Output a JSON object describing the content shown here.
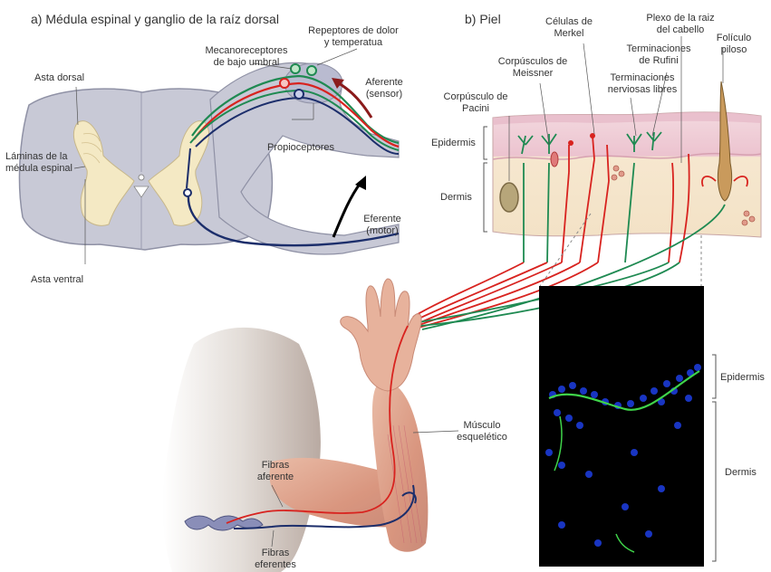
{
  "panel_a": {
    "title": "a) Médula espinal y ganglio de la raíz dorsal",
    "labels": {
      "asta_dorsal": "Asta dorsal",
      "laminas_line1": "Láminas de la",
      "laminas_line2": "médula espinal",
      "asta_ventral": "Asta ventral",
      "mecano_line1": "Mecanoreceptores",
      "mecano_line2": "de bajo umbral",
      "dolor_line1": "Repeptores de dolor",
      "dolor_line2": "y temperatua",
      "aferente_line1": "Aferente",
      "aferente_line2": "(sensor)",
      "propioceptores": "Propioceptores",
      "eferente_line1": "Eferente",
      "eferente_line2": "(motor)"
    }
  },
  "panel_b": {
    "title": "b) Piel",
    "labels": {
      "merkel_line1": "Células de",
      "merkel_line2": "Merkel",
      "plexo_line1": "Plexo de la raiz",
      "plexo_line2": "del cabello",
      "ruffini_line1": "Terminaciones",
      "ruffini_line2": "de Rufini",
      "foliculo_line1": "Folículo",
      "foliculo_line2": "piloso",
      "meissner_line1": "Corpúsculos de",
      "meissner_line2": "Meissner",
      "libres_line1": "Terminaciones",
      "libres_line2": "nerviosas libres",
      "pacini_line1": "Corpúsculo de",
      "pacini_line2": "Pacini",
      "epidermis": "Epidermis",
      "dermis": "Dermis"
    }
  },
  "micrograph": {
    "epidermis": "Epidermis",
    "dermis": "Dermis"
  },
  "body": {
    "musculo_line1": "Músculo",
    "musculo_line2": "esquelético",
    "fibras_af_line1": "Fibras",
    "fibras_af_line2": "aferente",
    "fibras_ef_line1": "Fibras",
    "fibras_ef_line2": "eferentes"
  },
  "colors": {
    "cord_gray": "#c8c9d6",
    "gray_matter": "#f4e9c4",
    "nerve_red": "#d8231f",
    "nerve_green": "#1f8a52",
    "nerve_navy": "#1c2e6b",
    "skin": "#e8b4a3",
    "micro_bg": "#000000",
    "micro_blue": "#1c3bd8",
    "micro_green": "#3fd44a"
  }
}
